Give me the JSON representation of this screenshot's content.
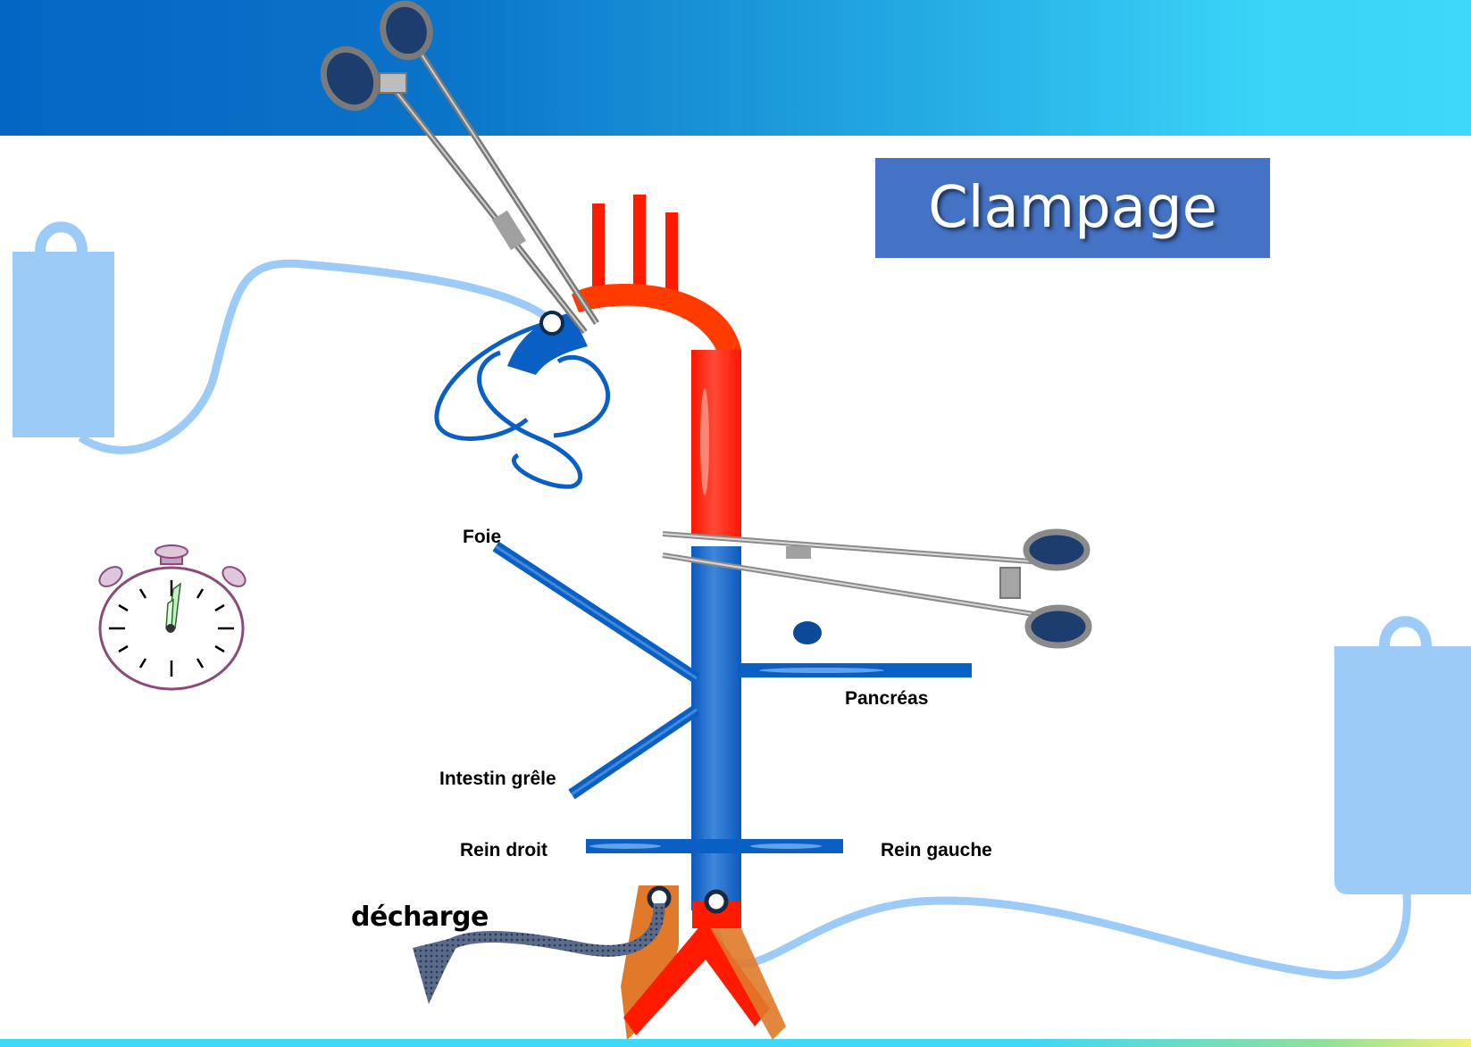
{
  "title": "Clampage",
  "labels": {
    "foie": "Foie",
    "pancreas": "Pancréas",
    "intestin": "Intestin grêle",
    "rein_droit": "Rein droit",
    "rein_gauche": "Rein gauche",
    "decharge": "décharge"
  },
  "colors": {
    "artery": "#ff1a00",
    "vein": "#0a5fc4",
    "perfusion_line": "#9ccbf7",
    "title_box": "#4472c4",
    "cannula_patch": "#e07a2a"
  },
  "icons": [
    "perfusion-bag-icon",
    "stopwatch-icon",
    "clamp-icon",
    "suture-icon",
    "arrow-icon"
  ]
}
